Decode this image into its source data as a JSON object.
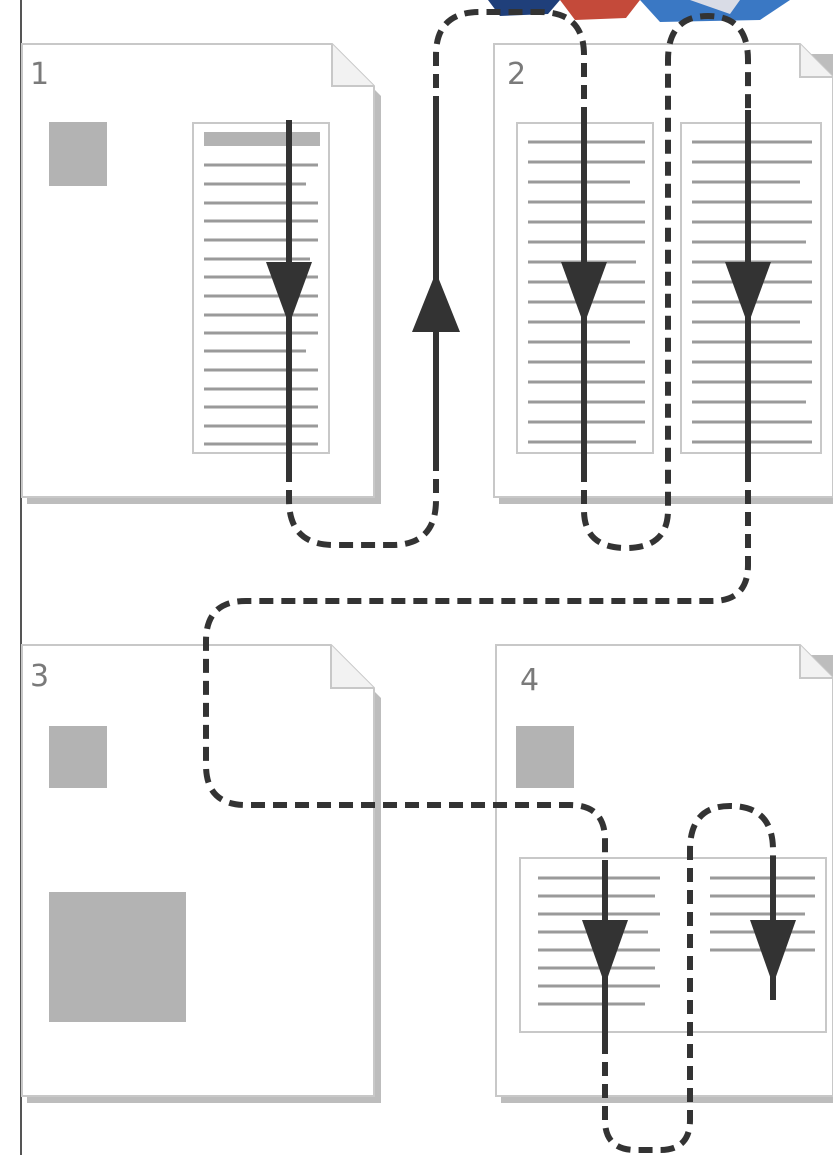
{
  "pages": [
    {
      "number": "1"
    },
    {
      "number": "2"
    },
    {
      "number": "3"
    },
    {
      "number": "4"
    }
  ],
  "colors": {
    "page_fill": "#ffffff",
    "page_border": "#c8c8c8",
    "page_shadow": "#bdbdbd",
    "block": "#b3b3b3",
    "text_line": "#9a9a9a",
    "arrow": "#333333",
    "artifact_top": "#1f3f7a"
  }
}
